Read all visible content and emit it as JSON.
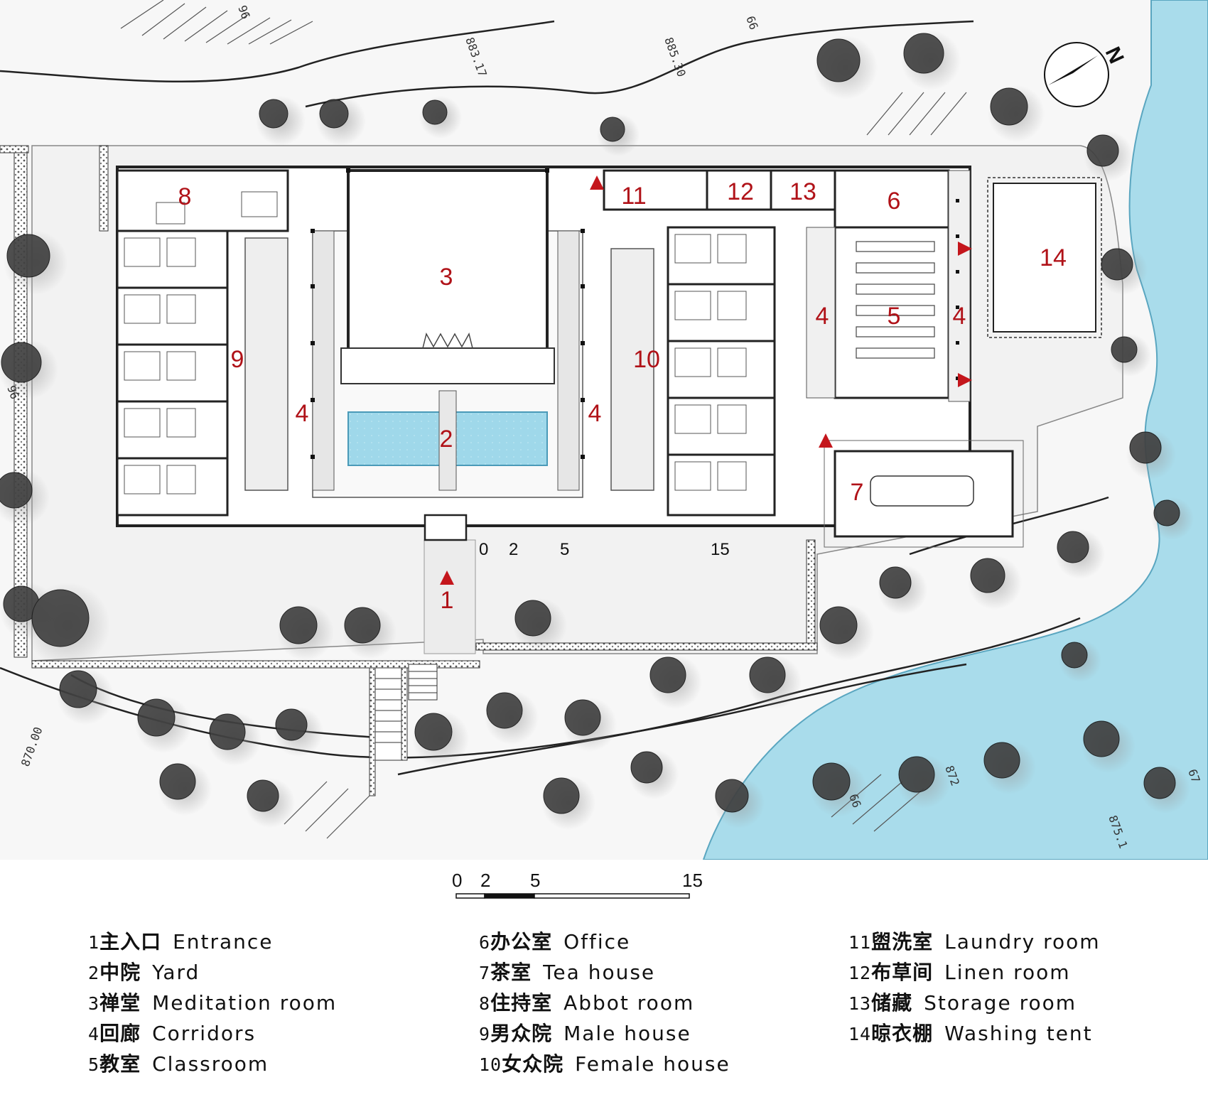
{
  "rooms": [
    {
      "num": "1"
    },
    {
      "num": "2"
    },
    {
      "num": "3"
    },
    {
      "num": "4"
    },
    {
      "num": "4"
    },
    {
      "num": "4"
    },
    {
      "num": "4"
    },
    {
      "num": "5"
    },
    {
      "num": "6"
    },
    {
      "num": "7"
    },
    {
      "num": "8"
    },
    {
      "num": "9"
    },
    {
      "num": "10"
    },
    {
      "num": "11"
    },
    {
      "num": "12"
    },
    {
      "num": "13"
    },
    {
      "num": "14"
    }
  ],
  "plan_scale": {
    "t0": "0",
    "t2": "2",
    "t5": "5",
    "t15": "15"
  },
  "scale_bar": {
    "t0": "0",
    "t2": "2",
    "t5": "5",
    "t15": "15"
  },
  "contours": [
    "883.17",
    "885.30",
    "66",
    "96",
    "870.00",
    "872",
    "875.1",
    "67",
    "66",
    "96"
  ],
  "north": "N",
  "legend": [
    {
      "num": "1",
      "zh": "主入口",
      "en": "Entrance"
    },
    {
      "num": "2",
      "zh": "中院",
      "en": "Yard"
    },
    {
      "num": "3",
      "zh": "禅堂",
      "en": "Meditation room"
    },
    {
      "num": "4",
      "zh": "回廊",
      "en": "Corridors"
    },
    {
      "num": "5",
      "zh": "教室",
      "en": "Classroom"
    },
    {
      "num": "6",
      "zh": "办公室",
      "en": "Office"
    },
    {
      "num": "7",
      "zh": "茶室",
      "en": "Tea house"
    },
    {
      "num": "8",
      "zh": "住持室",
      "en": "Abbot room"
    },
    {
      "num": "9",
      "zh": "男众院",
      "en": "Male house"
    },
    {
      "num": "10",
      "zh": "女众院",
      "en": "Female house"
    },
    {
      "num": "11",
      "zh": "盥洗室",
      "en": "Laundry room"
    },
    {
      "num": "12",
      "zh": "布草间",
      "en": "Linen room"
    },
    {
      "num": "13",
      "zh": "储藏",
      "en": "Storage room"
    },
    {
      "num": "14",
      "zh": "晾衣棚",
      "en": "Washing tent"
    }
  ]
}
